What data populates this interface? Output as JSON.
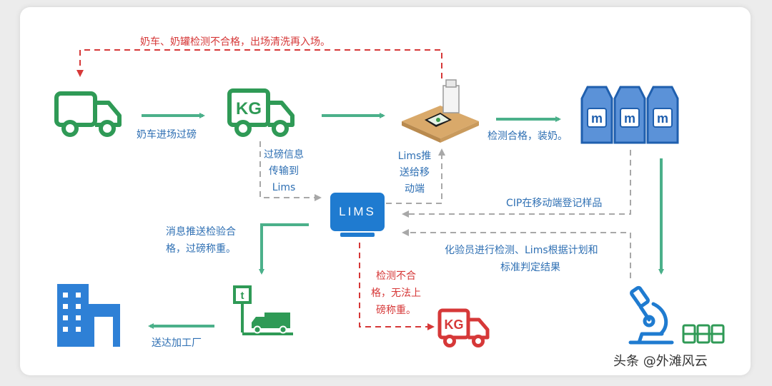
{
  "labels": {
    "reject_top": "奶车、奶罐检测不合格，出场清洗再入场。",
    "enter_weigh": "奶车进场过磅",
    "weigh_info_1": "过磅信息",
    "weigh_info_2": "传输到",
    "weigh_info_3": "Lims",
    "lims_push_1": "Lims推",
    "lims_push_2": "送给移",
    "lims_push_3": "动端",
    "test_pass": "检测合格，装奶。",
    "cip_register": "CIP在移动端登记样品",
    "lab_test_1": "化验员进行检测、Lims根据计划和",
    "lab_test_2": "标准判定结果",
    "msg_push_1": "消息推送检验合",
    "msg_push_2": "格，过磅称重。",
    "fail_1": "检测不合",
    "fail_2": "格，无法上",
    "fail_3": "磅称重。",
    "deliver": "送达加工厂"
  },
  "icons": {
    "kg_text": "KG",
    "lims_text": "LIMS",
    "scale_text": "t",
    "milk_text": "m"
  },
  "watermark": "头条 @外滩风云",
  "colors": {
    "green": "#2f9a56",
    "teal_arrow": "#4bb08a",
    "blue": "#1f7bd0",
    "red": "#d63838",
    "gray_dash": "#a8a8a8"
  }
}
